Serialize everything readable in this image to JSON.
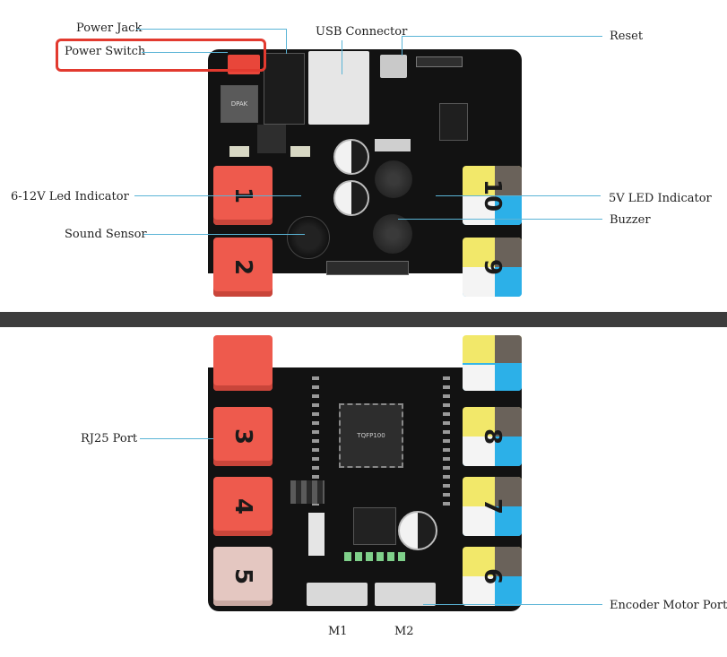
{
  "top_panel": {
    "labels": {
      "power_jack": "Power Jack",
      "power_switch": "Power Switch",
      "usb_connector": "USB Connector",
      "reset": "Reset",
      "led_6_12v": "6-12V Led Indicator",
      "led_5v": "5V LED Indicator",
      "sound_sensor": "Sound Sensor",
      "buzzer": "Buzzer"
    },
    "ports": {
      "p1": "1",
      "p2": "2",
      "p10": "10",
      "p9": "9"
    },
    "chip_marking": "DPAK"
  },
  "bottom_panel": {
    "labels": {
      "rj25_port": "RJ25 Port",
      "encoder_motor_port": "Encoder Motor Port",
      "m1": "M1",
      "m2": "M2"
    },
    "ports": {
      "p3": "3",
      "p4": "4",
      "p5": "5",
      "p8": "8",
      "p7": "7",
      "p6": "6"
    },
    "mcu_marking": "TQFP100"
  },
  "colors": {
    "leader_line": "#5ab4d6",
    "highlight": "#e23a2f",
    "port_red": "#ee5a4d",
    "port_pink": "#e4c7c1",
    "port_yellow": "#f2e86a",
    "port_blue": "#36b6e6",
    "board": "#121212"
  }
}
